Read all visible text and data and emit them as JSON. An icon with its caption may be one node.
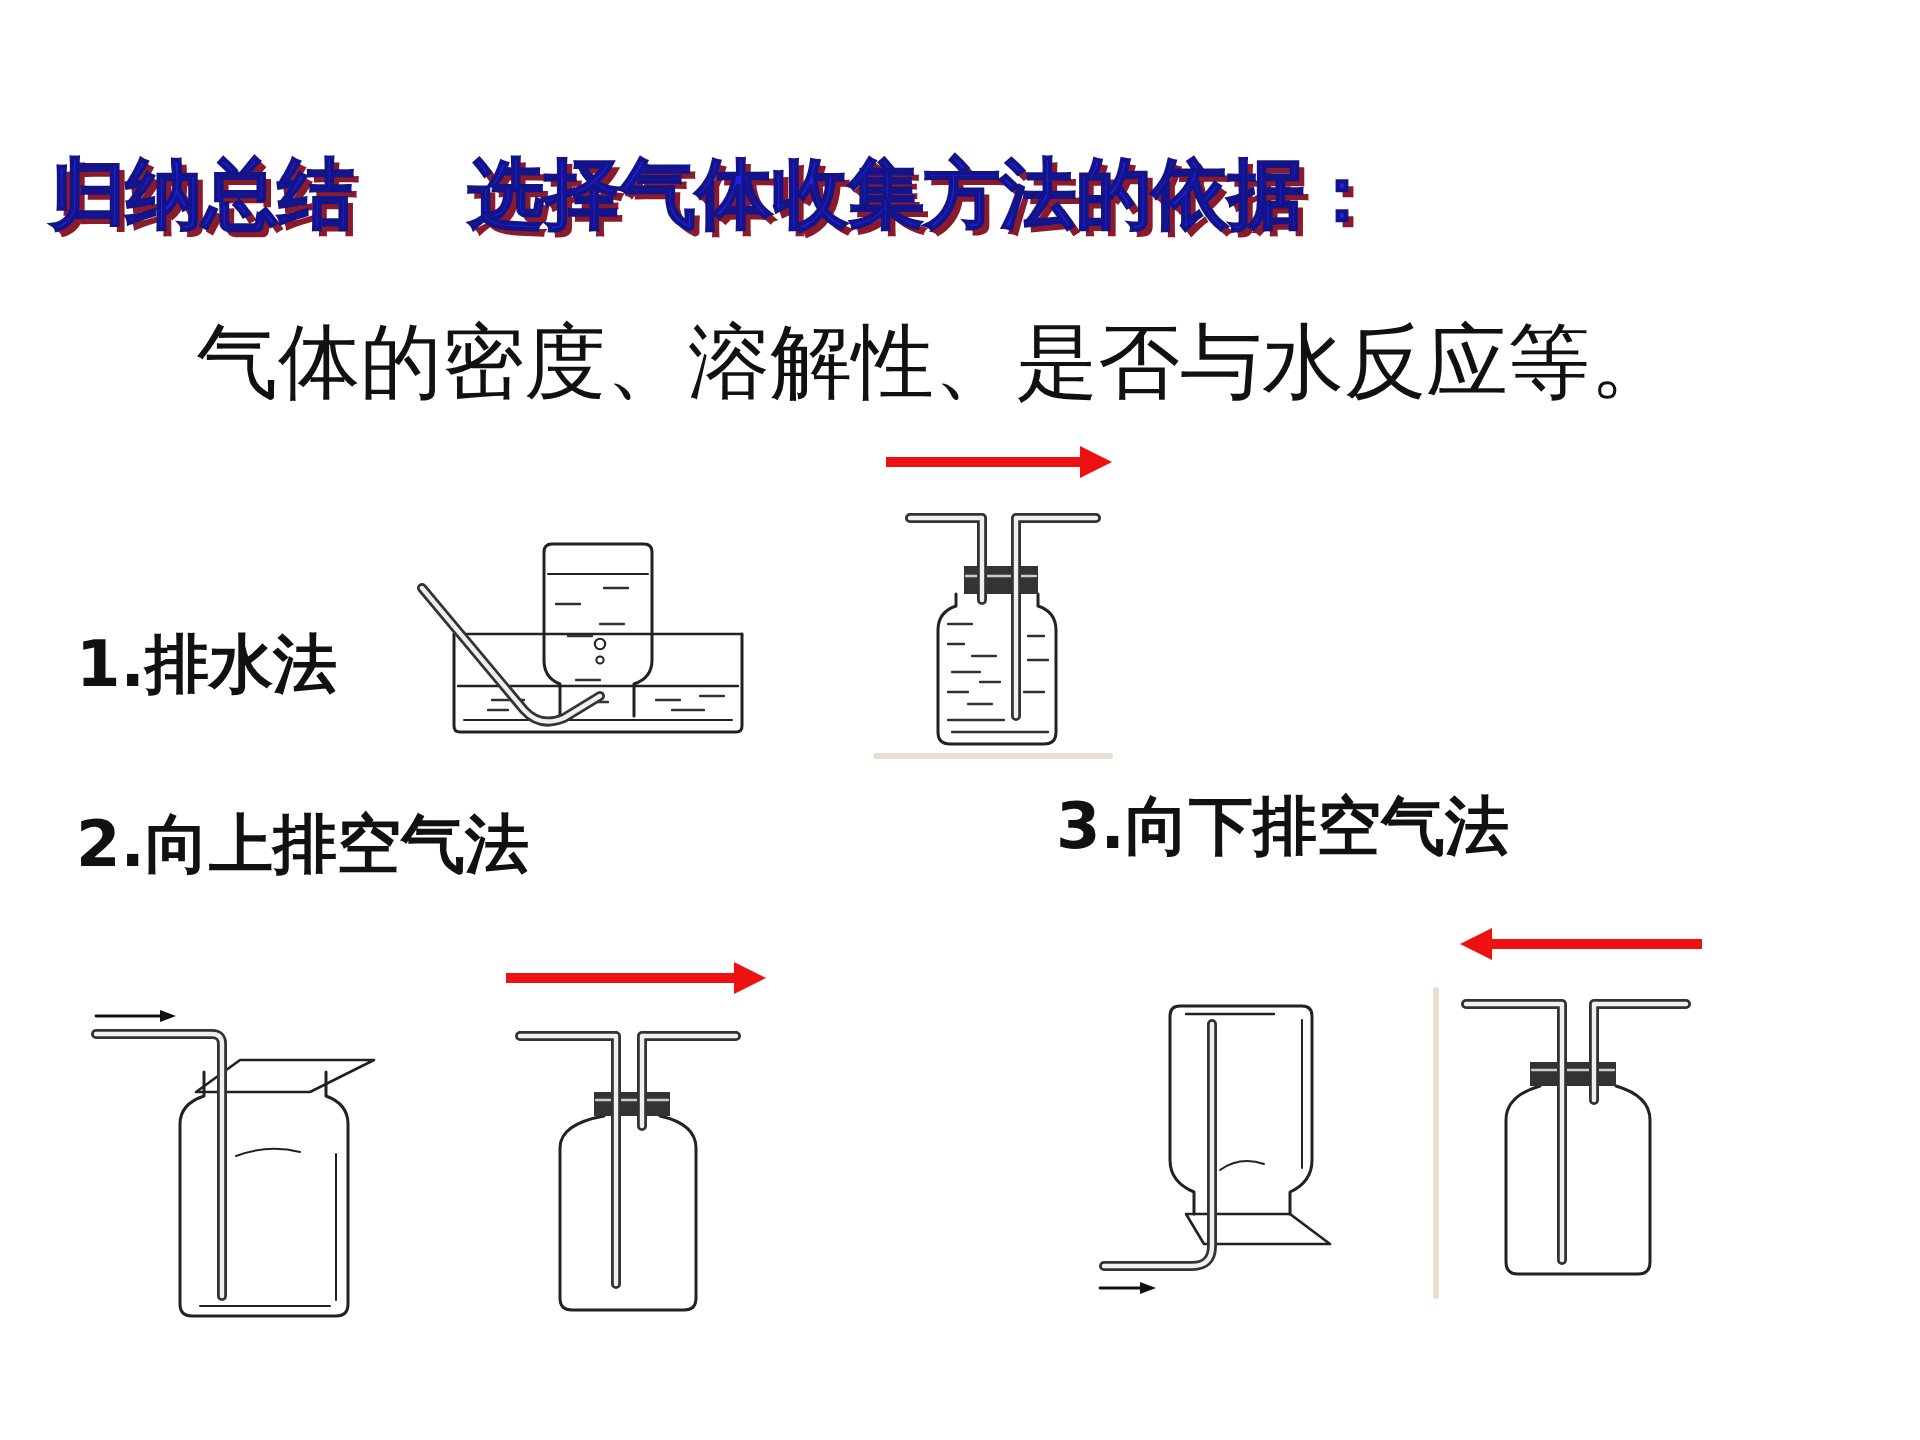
{
  "diagram": {
    "title": "归纳总结 选择气体收集方法的依据：",
    "labels": [
      "气体的密度、溶解性、是否与水反应等。",
      "1.排水法",
      "2.向上排空气法",
      "3.向下排空气法"
    ]
  }
}
